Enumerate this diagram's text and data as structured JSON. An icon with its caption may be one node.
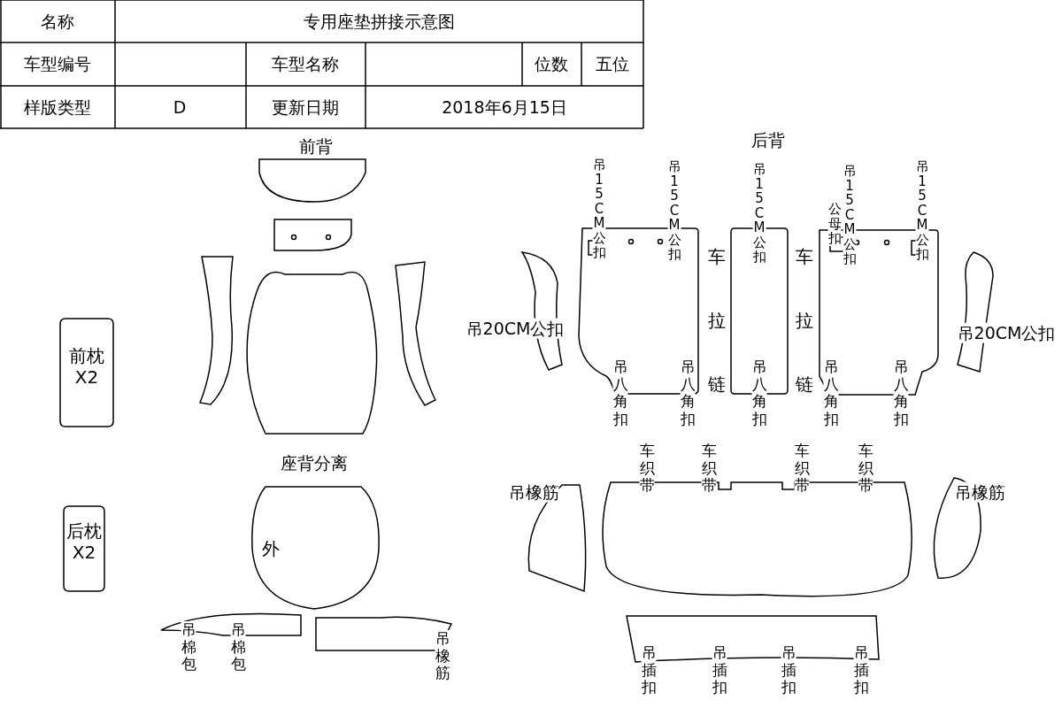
{
  "diagram": {
    "nodes": [
      {
        "text": [
          "前枕X2"
        ]
      },
      {
        "text": [
          "后枕X2"
        ]
      },
      {
        "text": [
          "外"
        ]
      }
    ],
    "labels": [
      "名称",
      "专用座垫拼接示意图",
      "车型编号",
      "车型名称",
      "位数",
      "五位",
      "样版类型",
      "D",
      "更新日期",
      "2018年6月15日",
      "前背",
      "后背",
      "吊15CM公扣",
      "吊15CM公扣",
      "吊15CM公扣",
      "吊15CM公扣",
      "公母扣",
      "吊15CM公扣",
      "车拉链",
      "车拉链",
      "吊20CM公扣",
      "吊20CM公扣",
      "吊八角扣",
      "吊八角扣",
      "吊八角扣",
      "吊八角扣",
      "吊八角扣",
      "座背分离",
      "车织带",
      "车织带",
      "车织带",
      "车织带",
      "吊橡筋",
      "吊橡筋",
      "吊棉包",
      "吊棉包",
      "吊橡筋",
      "吊插扣",
      "吊插扣",
      "吊插扣",
      "吊插扣"
    ]
  }
}
